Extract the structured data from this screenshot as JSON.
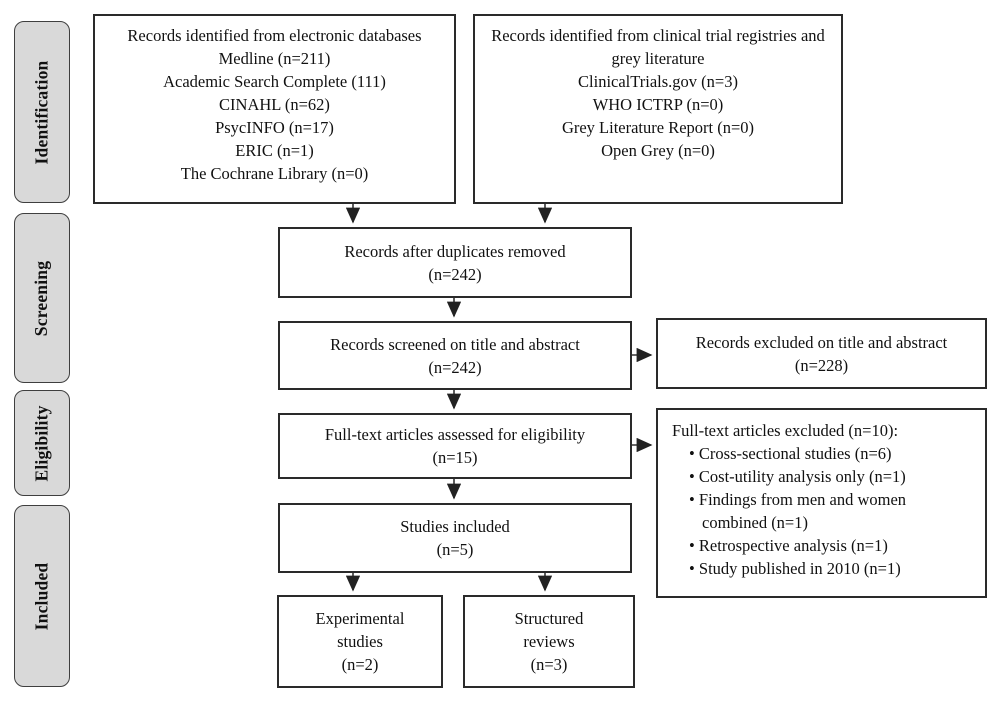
{
  "diagram": {
    "type": "prisma-flow",
    "stages": [
      {
        "label": "Identification"
      },
      {
        "label": "Screening"
      },
      {
        "label": "Eligibility"
      },
      {
        "label": "Included"
      }
    ],
    "boxes": {
      "electronic_databases": {
        "lines": [
          "Records identified from electronic databases",
          "Medline (n=211)",
          "Academic Search Complete (111)",
          "CINAHL (n=62)",
          "PsycINFO (n=17)",
          "ERIC (n=1)",
          "The Cochrane Library (n=0)"
        ]
      },
      "trial_registries": {
        "lines": [
          "Records identified from clinical trial registries and grey literature",
          "ClinicalTrials.gov (n=3)",
          "WHO ICTRP (n=0)",
          "Grey Literature Report (n=0)",
          "Open Grey (n=0)"
        ]
      },
      "duplicates_removed": {
        "lines": [
          "Records after duplicates removed",
          "(n=242)"
        ]
      },
      "records_screened": {
        "lines": [
          "Records screened on title and abstract",
          "(n=242)"
        ]
      },
      "records_excluded": {
        "lines": [
          "Records excluded on title and abstract",
          "(n=228)"
        ]
      },
      "fulltext_assessed": {
        "lines": [
          "Full-text articles assessed for eligibility",
          "(n=15)"
        ]
      },
      "fulltext_excluded": {
        "title": "Full-text articles excluded (n=10):",
        "items": [
          "Cross-sectional studies (n=6)",
          "Cost-utility analysis only (n=1)",
          "Findings from men and women combined (n=1)",
          "Retrospective analysis (n=1)",
          "Study published in 2010 (n=1)"
        ]
      },
      "studies_included": {
        "lines": [
          "Studies included",
          "(n=5)"
        ]
      },
      "experimental_studies": {
        "lines": [
          "Experimental",
          "studies",
          "(n=2)"
        ]
      },
      "structured_reviews": {
        "lines": [
          "Structured",
          "reviews",
          "(n=3)"
        ]
      }
    },
    "colors": {
      "stage_fill": "#d9d9d9",
      "stage_border": "#3f3f3f",
      "box_border": "#2a2a2a",
      "box_fill": "#ffffff",
      "arrow": "#222222",
      "background": "#ffffff"
    }
  }
}
